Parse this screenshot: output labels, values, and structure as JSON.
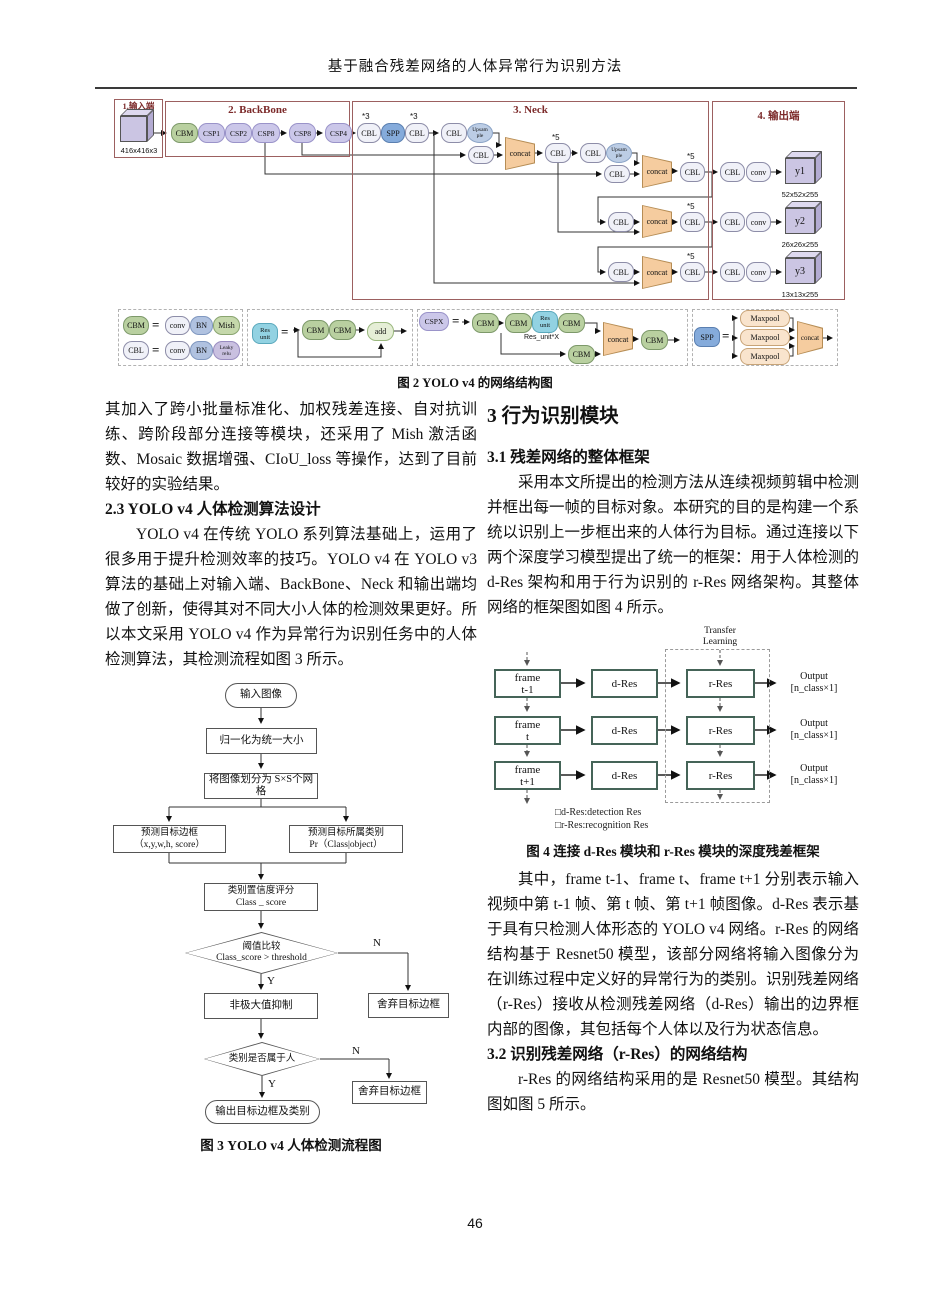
{
  "page": {
    "title": "基于融合残差网络的人体异常行为识别方法",
    "page_number": "46"
  },
  "fig2": {
    "caption": "图 2 YOLO v4 的网络结构图",
    "sections": {
      "input": "1.输入端",
      "backbone": "2. BackBone",
      "neck": "3. Neck",
      "output": "4. 输出端"
    },
    "labels": {
      "cbm": "CBM",
      "cbl": "CBL",
      "csp1": "CSP1",
      "csp2": "CSP2",
      "csp8": "CSP8",
      "csp4": "CSP4",
      "cspx": "CSPX",
      "spp": "SPP",
      "conv": "conv",
      "bn": "BN",
      "mish": "Mish",
      "leaky1": "Leaky",
      "leaky2": "relu",
      "ups1": "Upsam",
      "ups2": "ple",
      "concat": "concat",
      "res1": "Res",
      "res2": "unit",
      "add": "add",
      "maxpool": "Maxpool",
      "x3": "*3",
      "x5": "*5",
      "eq": "=",
      "res_unit_x": "Res_unit*X"
    },
    "input_size": "416x416x3",
    "outputs": [
      {
        "name": "y1",
        "size": "52x52x255"
      },
      {
        "name": "y2",
        "size": "26x26x255"
      },
      {
        "name": "y3",
        "size": "13x13x255"
      }
    ]
  },
  "left": {
    "para1": "其加入了跨小批量标准化、加权残差连接、自对抗训练、跨阶段部分连接等模块，还采用了 Mish 激活函数、Mosaic 数据增强、CIoU_loss 等操作，达到了目前较好的实验结果。",
    "h23": "2.3 YOLO v4 人体检测算法设计",
    "para2": "YOLO v4 在传统 YOLO 系列算法基础上，运用了很多用于提升检测效率的技巧。YOLO v4 在 YOLO v3 算法的基础上对输入端、BackBone、Neck 和输出端均做了创新，使得其对不同大小人体的检测效果更好。所以本文采用 YOLO v4 作为异常行为识别任务中的人体检测算法，其检测流程如图 3 所示。",
    "fig3_caption": "图 3 YOLO v4 人体检测流程图"
  },
  "fig3": {
    "start": "输入图像",
    "normalize": "归一化为统一大小",
    "grid": "将图像划分为 S×S个网格",
    "bbox1": "预测目标边框",
    "bbox2": "（x,y,w,h, score）",
    "cls1": "预测目标所属类别",
    "cls2": "Pr（Class|object）",
    "score1": "类别置信度评分",
    "score2": "Class _ score",
    "th1": "阈值比较",
    "th2": "Class_score > threshold",
    "nms": "非极大值抑制",
    "discard": "舍弃目标边框",
    "human": "类别是否属于人",
    "end": "输出目标边框及类别",
    "yes": "Y",
    "no": "N"
  },
  "right": {
    "h3": "3  行为识别模块",
    "h31": "3.1 残差网络的整体框架",
    "para1": "采用本文所提出的检测方法从连续视频剪辑中检测并框出每一帧的目标对象。本研究的目的是构建一个系统以识别上一步框出来的人体行为目标。通过连接以下两个深度学习模型提出了统一的框架：用于人体检测的 d-Res 架构和用于行为识别的 r-Res 网络架构。其整体网络的框架图如图 4 所示。",
    "fig4_caption": "图 4 连接 d-Res 模块和 r-Res 模块的深度残差框架",
    "para2": "其中，frame t-1、frame t、frame t+1 分别表示输入视频中第 t-1 帧、第 t 帧、第 t+1 帧图像。d-Res 表示基于具有只检测人体形态的 YOLO v4 网络。r-Res 的网络结构基于 Resnet50 模型，该部分网络将输入图像分为在训练过程中定义好的异常行为的类别。识别残差网络（r-Res）接收从检测残差网络（d-Res）输出的边界框内部的图像，其包括每个人体以及行为状态信息。",
    "h32": "3.2 识别残差网络（r-Res）的网络结构",
    "para3": "r-Res 的网络结构采用的是 Resnet50 模型。其结构图如图 5 所示。"
  },
  "fig4": {
    "transfer1": "Transfer",
    "transfer2": "Learning",
    "rows": [
      {
        "frame1": "frame",
        "frame2": "t-1",
        "dres": "d-Res",
        "rres": "r-Res",
        "out1": "Output",
        "out2": "[n_class×1]"
      },
      {
        "frame1": "frame",
        "frame2": "t",
        "dres": "d-Res",
        "rres": "r-Res",
        "out1": "Output",
        "out2": "[n_class×1]"
      },
      {
        "frame1": "frame",
        "frame2": "t+1",
        "dres": "d-Res",
        "rres": "r-Res",
        "out1": "Output",
        "out2": "[n_class×1]"
      }
    ],
    "legend1": "□d-Res:detection Res",
    "legend2": "□r-Res:recognition Res"
  }
}
